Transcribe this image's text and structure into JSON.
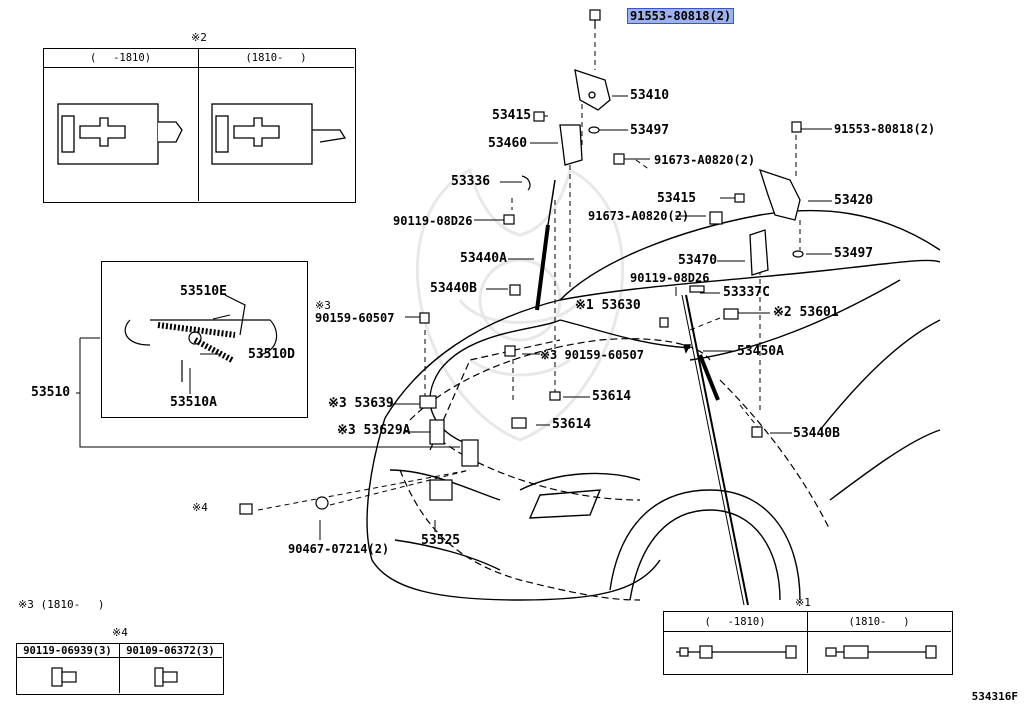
{
  "parts": {
    "p91553_80818_top": "91553-80818(2)",
    "p53410": "53410",
    "p53415_a": "53415",
    "p53497_a": "53497",
    "p53460": "53460",
    "p91673_a0820_a": "91673-A0820(2)",
    "p53336": "53336",
    "p90119_08d26_a": "90119-08D26",
    "p53440a": "53440A",
    "p53440b_a": "53440B",
    "p91553_80818_right": "91553-80818(2)",
    "p53415_b": "53415",
    "p53420": "53420",
    "p91673_a0820_b": "91673-A0820(2)",
    "p53470": "53470",
    "p53497_b": "53497",
    "p90119_08d26_b": "90119-08D26",
    "p53337c": "53337C",
    "p53630": "※1 53630",
    "p53601": "※2 53601",
    "p90159_60507_a": "90159-60507",
    "p90159_60507_a_mark": "※3",
    "p90159_60507_b": "※3 90159-60507",
    "p53450a": "53450A",
    "p53614_a": "53614",
    "p53614_b": "53614",
    "p53639": "※3 53639",
    "p53629a": "※3 53629A",
    "p53440b_b": "53440B",
    "p53510e": "53510E",
    "p53510d": "53510D",
    "p53510a": "53510A",
    "p53510": "53510",
    "p4_mark": "※4",
    "p53525": "53525",
    "p90467_07214": "90467-07214(2)"
  },
  "inset2": {
    "title": "※2",
    "col_left": "(　 -1810)",
    "col_right": "(1810-　 )"
  },
  "inset1": {
    "title": "※1",
    "col_left": "(　 -1810)",
    "col_right": "(1810-　 )"
  },
  "note3": "※3 (1810-　 )",
  "table4": {
    "title": "※4",
    "col_left": "90119-06939(3)",
    "col_right": "90109-06372(3)"
  },
  "diagram_ref": "534316F",
  "colors": {
    "highlight_bg": "#9fb0ee",
    "highlight_border": "#3a54c9",
    "line": "#000000",
    "watermark": "#e6e6e6"
  }
}
